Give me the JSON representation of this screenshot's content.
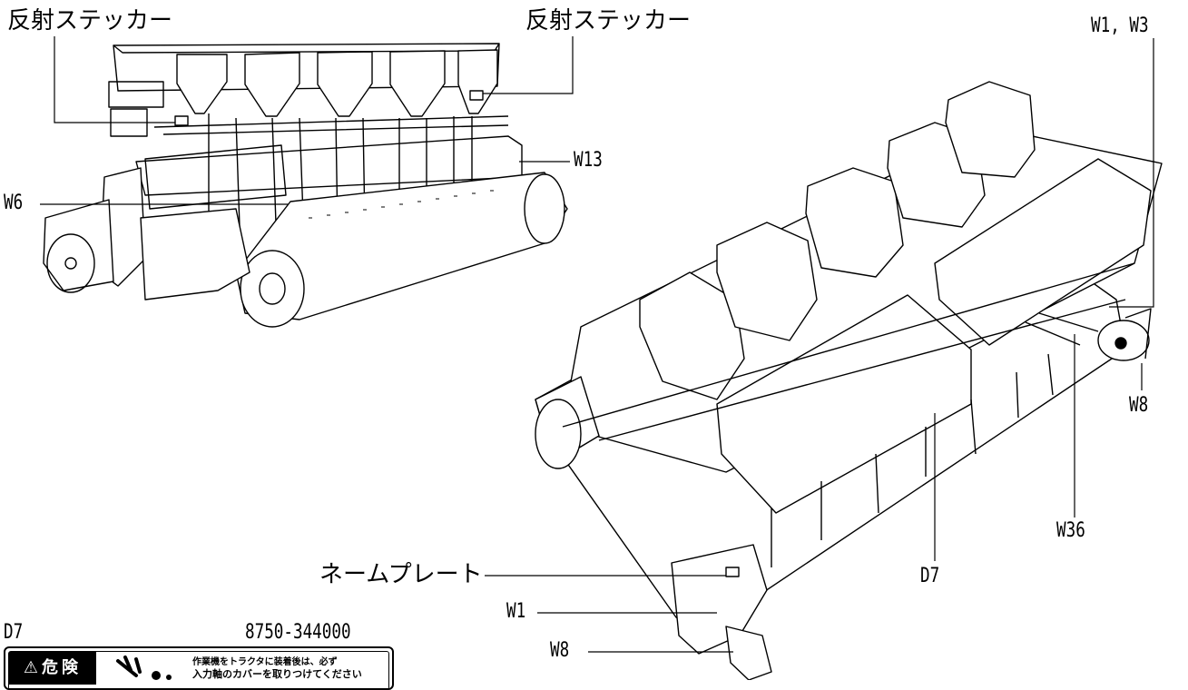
{
  "labels": {
    "reflector_left": "反射ステッカー",
    "reflector_right": "反射ステッカー",
    "w13": "W13",
    "w6": "W6",
    "w1_w3": "W1, W3",
    "w8_right": "W8",
    "w36": "W36",
    "d7_pointer": "D7",
    "nameplate": "ネームプレート",
    "w1": "W1",
    "w8_bottom": "W8"
  },
  "decal": {
    "id": "D7",
    "part_number": "8750-344000",
    "danger_label": "⚠危険",
    "text_line1": "作業機をトラクタに装着後は、必ず",
    "text_line2": "入力軸のカバーを取りつけてください"
  },
  "colors": {
    "ink": "#000000",
    "paper": "#ffffff"
  }
}
